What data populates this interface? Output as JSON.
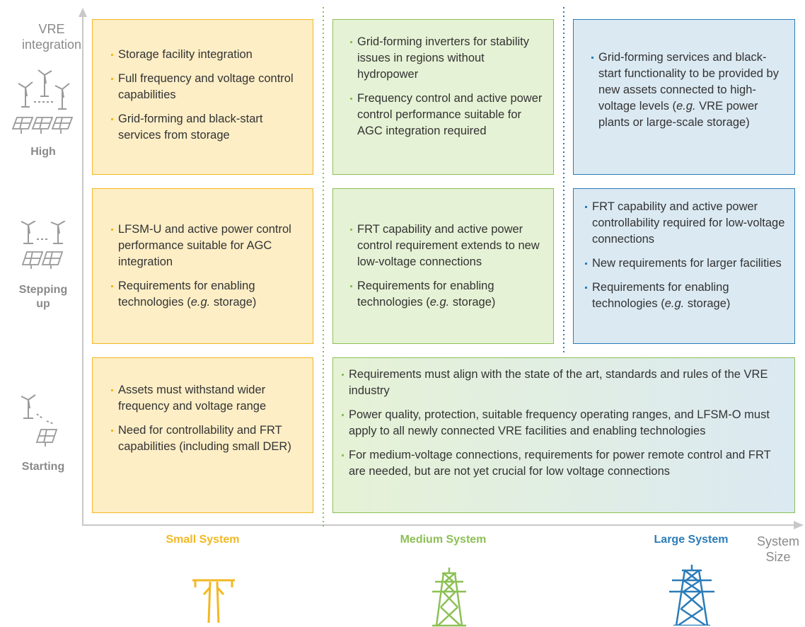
{
  "axes": {
    "y_title": "VRE integration",
    "x_title": "System Size"
  },
  "rows": [
    {
      "id": "high",
      "label": "High"
    },
    {
      "id": "stepping-up",
      "label": "Stepping up"
    },
    {
      "id": "starting",
      "label": "Starting"
    }
  ],
  "columns": [
    {
      "id": "small",
      "label": "Small System",
      "color": "#f3b823"
    },
    {
      "id": "medium",
      "label": "Medium System",
      "color": "#8cc055"
    },
    {
      "id": "large",
      "label": "Large System",
      "color": "#2b7cb8"
    }
  ],
  "cells": {
    "high_small": [
      "Storage facility integration",
      "Full frequency and voltage control capabilities",
      "Grid-forming and black-start services from storage"
    ],
    "high_medium": [
      "Grid-forming inverters for stability issues in regions without hydropower",
      "Frequency control and active power control performance suitable for AGC integration required"
    ],
    "high_large": {
      "pre": "Grid-forming services and black-start functionality to be provided by new assets connected to high-voltage levels (",
      "em": "e.g.",
      "post": " VRE power plants or large-scale storage)"
    },
    "stepping_small": {
      "item1": "LFSM-U and active power control performance suitable for AGC integration",
      "item2_pre": "Requirements for enabling technologies (",
      "item2_em": "e.g.",
      "item2_post": " storage)"
    },
    "stepping_medium": {
      "item1": "FRT capability and active power control requirement extends to new low-voltage connections",
      "item2_pre": "Requirements for enabling technologies (",
      "item2_em": "e.g.",
      "item2_post": " storage)"
    },
    "stepping_large": {
      "item1": "FRT capability and active power controllability required for low-voltage connections",
      "item2": "New requirements for larger facilities",
      "item3_pre": "Requirements for enabling technologies (",
      "item3_em": "e.g.",
      "item3_post": " storage)"
    },
    "starting_small": [
      "Assets must withstand wider frequency and voltage range",
      "Need for controllability and FRT capabilities (including small DER)"
    ],
    "starting_medium_large": [
      "Requirements must align with the state of the art, standards and rules of the VRE industry",
      "Power quality, protection, suitable frequency operating ranges, and LFSM-O must apply to all newly connected VRE facilities and enabling technologies",
      "For medium-voltage connections, requirements for power remote control and FRT are needed, but are not yet crucial for low voltage connections"
    ]
  }
}
